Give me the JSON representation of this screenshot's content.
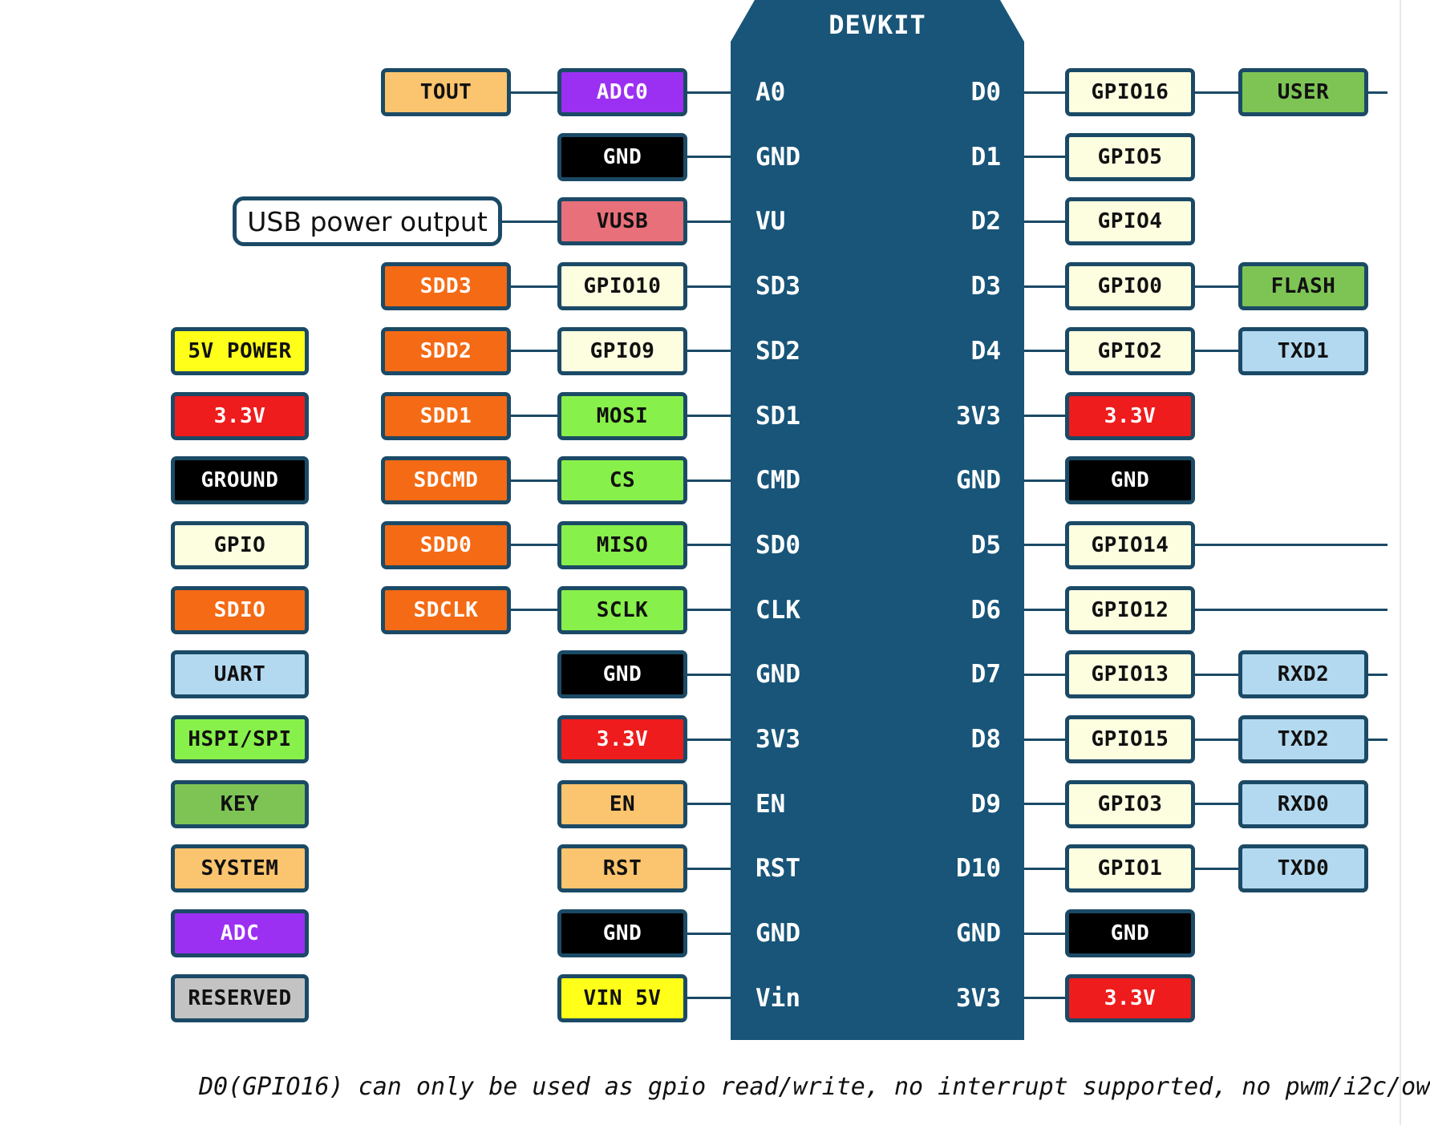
{
  "board": {
    "title": "DEVKIT"
  },
  "colors": {
    "ADC": "#9b30f2",
    "GND": "#000000",
    "VUSB": "#e8707a",
    "SDIO": "#f56a14",
    "GPIO": "#fdfde0",
    "SPI": "#88f04a",
    "POWER": "#ee1c1c",
    "VIN": "#ffff1a",
    "SYSTEM": "#fbc46e",
    "KEY": "#7ec455",
    "UART": "#b3d9f0",
    "RESERVED": "#c3c3c3",
    "border": "#1b4a66",
    "board": "#185579"
  },
  "left_pins": [
    {
      "label": "A0",
      "inner": {
        "label": "ADC0",
        "type": "ADC"
      },
      "outer": {
        "label": "TOUT",
        "type": "SYSTEM"
      }
    },
    {
      "label": "GND",
      "inner": {
        "label": "GND",
        "type": "GND"
      }
    },
    {
      "label": "VU",
      "inner": {
        "label": "VUSB",
        "type": "VUSB"
      },
      "note": "USB power output"
    },
    {
      "label": "SD3",
      "inner": {
        "label": "GPIO10",
        "type": "GPIO"
      },
      "outer": {
        "label": "SDD3",
        "type": "SDIO"
      }
    },
    {
      "label": "SD2",
      "inner": {
        "label": "GPIO9",
        "type": "GPIO"
      },
      "outer": {
        "label": "SDD2",
        "type": "SDIO"
      }
    },
    {
      "label": "SD1",
      "inner": {
        "label": "MOSI",
        "type": "SPI"
      },
      "outer": {
        "label": "SDD1",
        "type": "SDIO"
      }
    },
    {
      "label": "CMD",
      "inner": {
        "label": "CS",
        "type": "SPI"
      },
      "outer": {
        "label": "SDCMD",
        "type": "SDIO"
      }
    },
    {
      "label": "SD0",
      "inner": {
        "label": "MISO",
        "type": "SPI"
      },
      "outer": {
        "label": "SDD0",
        "type": "SDIO"
      }
    },
    {
      "label": "CLK",
      "inner": {
        "label": "SCLK",
        "type": "SPI"
      },
      "outer": {
        "label": "SDCLK",
        "type": "SDIO"
      }
    },
    {
      "label": "GND",
      "inner": {
        "label": "GND",
        "type": "GND"
      }
    },
    {
      "label": "3V3",
      "inner": {
        "label": "3.3V",
        "type": "POWER"
      }
    },
    {
      "label": "EN",
      "inner": {
        "label": "EN",
        "type": "SYSTEM"
      }
    },
    {
      "label": "RST",
      "inner": {
        "label": "RST",
        "type": "SYSTEM"
      }
    },
    {
      "label": "GND",
      "inner": {
        "label": "GND",
        "type": "GND"
      }
    },
    {
      "label": "Vin",
      "inner": {
        "label": "VIN 5V",
        "type": "VIN"
      }
    }
  ],
  "right_pins": [
    {
      "label": "D0",
      "inner": {
        "label": "GPIO16",
        "type": "GPIO"
      },
      "outer": {
        "label": "USER",
        "type": "KEY"
      },
      "tail": true
    },
    {
      "label": "D1",
      "inner": {
        "label": "GPIO5",
        "type": "GPIO"
      }
    },
    {
      "label": "D2",
      "inner": {
        "label": "GPIO4",
        "type": "GPIO"
      }
    },
    {
      "label": "D3",
      "inner": {
        "label": "GPIO0",
        "type": "GPIO"
      },
      "outer": {
        "label": "FLASH",
        "type": "KEY"
      }
    },
    {
      "label": "D4",
      "inner": {
        "label": "GPIO2",
        "type": "GPIO"
      },
      "outer": {
        "label": "TXD1",
        "type": "UART"
      }
    },
    {
      "label": "3V3",
      "inner": {
        "label": "3.3V",
        "type": "POWER"
      }
    },
    {
      "label": "GND",
      "inner": {
        "label": "GND",
        "type": "GND"
      }
    },
    {
      "label": "D5",
      "inner": {
        "label": "GPIO14",
        "type": "GPIO"
      },
      "tail": true,
      "long_tail": true
    },
    {
      "label": "D6",
      "inner": {
        "label": "GPIO12",
        "type": "GPIO"
      },
      "tail": true,
      "long_tail": true
    },
    {
      "label": "D7",
      "inner": {
        "label": "GPIO13",
        "type": "GPIO"
      },
      "outer": {
        "label": "RXD2",
        "type": "UART"
      },
      "tail": true
    },
    {
      "label": "D8",
      "inner": {
        "label": "GPIO15",
        "type": "GPIO"
      },
      "outer": {
        "label": "TXD2",
        "type": "UART"
      },
      "tail": true
    },
    {
      "label": "D9",
      "inner": {
        "label": "GPIO3",
        "type": "GPIO"
      },
      "outer": {
        "label": "RXD0",
        "type": "UART"
      }
    },
    {
      "label": "D10",
      "inner": {
        "label": "GPIO1",
        "type": "GPIO"
      },
      "outer": {
        "label": "TXD0",
        "type": "UART"
      }
    },
    {
      "label": "GND",
      "inner": {
        "label": "GND",
        "type": "GND"
      }
    },
    {
      "label": "3V3",
      "inner": {
        "label": "3.3V",
        "type": "POWER"
      }
    }
  ],
  "legend": [
    {
      "label": "5V POWER",
      "type": "VIN"
    },
    {
      "label": "3.3V",
      "type": "POWER"
    },
    {
      "label": "GROUND",
      "type": "GND"
    },
    {
      "label": "GPIO",
      "type": "GPIO"
    },
    {
      "label": "SDIO",
      "type": "SDIO"
    },
    {
      "label": "UART",
      "type": "UART"
    },
    {
      "label": "HSPI/SPI",
      "type": "SPI"
    },
    {
      "label": "KEY",
      "type": "KEY"
    },
    {
      "label": "SYSTEM",
      "type": "SYSTEM"
    },
    {
      "label": "ADC",
      "type": "ADC"
    },
    {
      "label": "RESERVED",
      "type": "RESERVED"
    }
  ],
  "footnote": "D0(GPIO16) can only be used as gpio read/write, no interrupt supported, no pwm/i2c/ow"
}
